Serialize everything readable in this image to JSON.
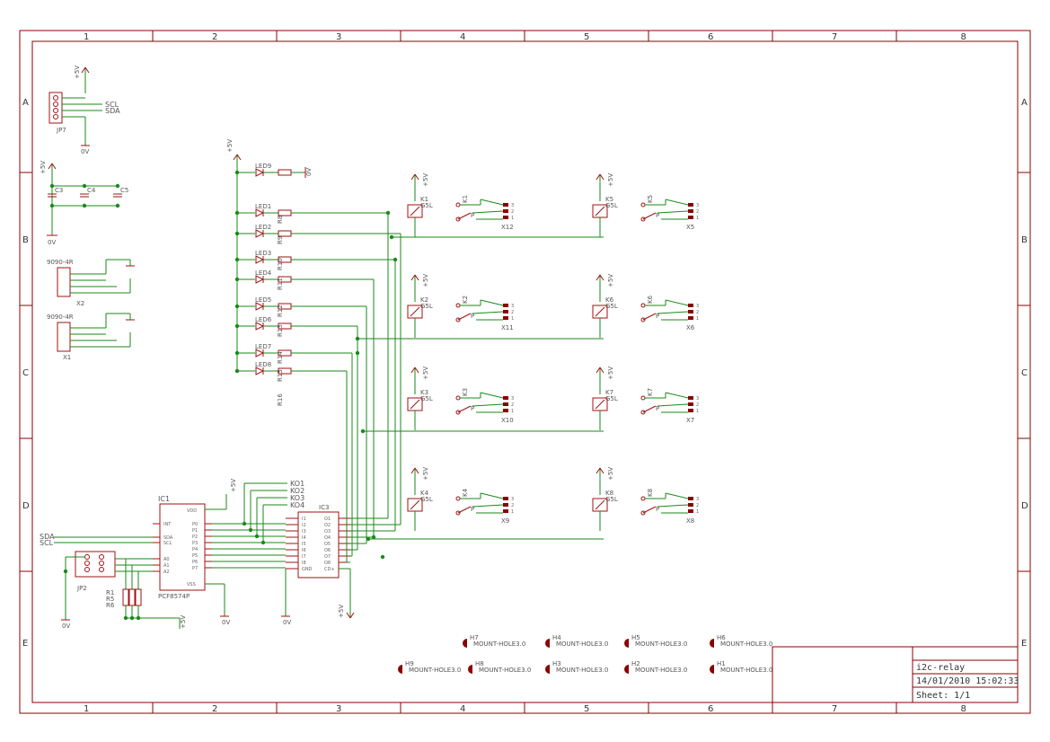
{
  "frame": {
    "columns": [
      "1",
      "2",
      "3",
      "4",
      "5",
      "6",
      "7",
      "8"
    ],
    "rows": [
      "A",
      "B",
      "C",
      "D",
      "E"
    ]
  },
  "title_block": {
    "name": "i2c-relay",
    "datetime": "14/01/2010 15:02:33",
    "sheet": "Sheet: 1/1"
  },
  "connectors": {
    "jp7": {
      "ref": "JP7",
      "signals": [
        "SCL",
        "SDA"
      ],
      "gnd": "0V",
      "vcc": "+5V"
    },
    "jp2": {
      "ref": "JP2"
    },
    "x2": {
      "ref": "X2",
      "type": "9090-4R"
    },
    "x1": {
      "ref": "X1",
      "type": "9090-4R"
    }
  },
  "caps": [
    "C3",
    "C4",
    "C5"
  ],
  "leds": [
    "LED9",
    "LED1",
    "LED2",
    "LED3",
    "LED4",
    "LED5",
    "LED6",
    "LED7",
    "LED8"
  ],
  "resistors": [
    "R8",
    "R9",
    "R10",
    "R11",
    "R12",
    "R13",
    "R14",
    "R15",
    "R16"
  ],
  "ic1": {
    "ref": "IC1",
    "part": "PCF8574P",
    "pins_left": [
      "INT",
      "SDA",
      "SCL",
      "A0",
      "A1",
      "A2"
    ],
    "pins_right": [
      "P0",
      "P1",
      "P2",
      "P3",
      "P4",
      "P5",
      "P6",
      "P7"
    ],
    "vdd": "VDD",
    "vss": "VSS"
  },
  "ic3": {
    "ref": "IC3",
    "inputs": [
      "I1",
      "I2",
      "I3",
      "I4",
      "I5",
      "I6",
      "I7",
      "I8",
      "GND"
    ],
    "outputs": [
      "O1",
      "O2",
      "O3",
      "O4",
      "O5",
      "O6",
      "O7",
      "O8",
      "CD+"
    ]
  },
  "ko": [
    "KO1",
    "KO2",
    "KO3",
    "KO4"
  ],
  "pullups": [
    "R1",
    "R5",
    "R6"
  ],
  "bus": {
    "sda": "SDA",
    "scl": "SCL"
  },
  "relays": [
    {
      "ref": "K1",
      "type": "G5L",
      "out": "X12"
    },
    {
      "ref": "K2",
      "type": "G5L",
      "out": "X11"
    },
    {
      "ref": "K3",
      "type": "G5L",
      "out": "X10"
    },
    {
      "ref": "K4",
      "type": "G5L",
      "out": "X9"
    },
    {
      "ref": "K5",
      "type": "G5L",
      "out": "X5"
    },
    {
      "ref": "K6",
      "type": "G5L",
      "out": "X6"
    },
    {
      "ref": "K7",
      "type": "G5L",
      "out": "X7"
    },
    {
      "ref": "K8",
      "type": "G5L",
      "out": "X8"
    }
  ],
  "holes": [
    {
      "ref": "H7",
      "label": "MOUNT-HOLE3.0"
    },
    {
      "ref": "H4",
      "label": "MOUNT-HOLE3.0"
    },
    {
      "ref": "H5",
      "label": "MOUNT-HOLE3.0"
    },
    {
      "ref": "H6",
      "label": "MOUNT-HOLE3.0"
    },
    {
      "ref": "H9",
      "label": "MOUNT-HOLE3.0"
    },
    {
      "ref": "H8",
      "label": "MOUNT-HOLE3.0"
    },
    {
      "ref": "H3",
      "label": "MOUNT-HOLE3.0"
    },
    {
      "ref": "H2",
      "label": "MOUNT-HOLE3.0"
    },
    {
      "ref": "H1",
      "label": "MOUNT-HOLE3.0"
    }
  ],
  "supply": {
    "vcc": "+5V",
    "gnd": "0V"
  },
  "colors": {
    "frame": "#8b0000",
    "wire": "#1a8a1a",
    "symbol": "#a01010",
    "text": "#555555"
  }
}
